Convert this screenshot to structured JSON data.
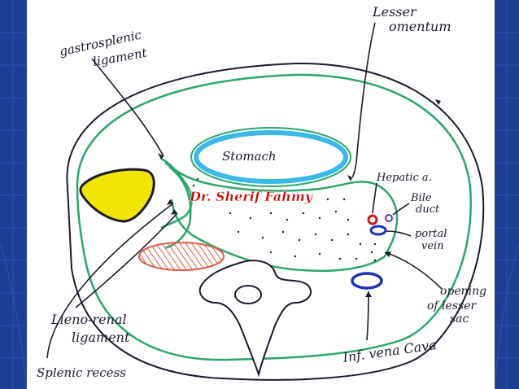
{
  "labels": {
    "gastrosplenic_1": "gastrosplenic",
    "gastrosplenic_2": "ligament",
    "lesser_omentum_1": "Lesser",
    "lesser_omentum_2": "omentum",
    "stomach": "Stomach",
    "hepatic_artery": "Hepatic a.",
    "bile_duct_1": "Bile",
    "bile_duct_2": "duct",
    "portal_vein_1": "portal",
    "portal_vein_2": "vein",
    "opening_1": "opening",
    "opening_2": "of lesser",
    "opening_3": "sac",
    "ivc": "Inf. vena Cava",
    "lienorenal_1": "Lieno-renal",
    "lienorenal_2": "ligament",
    "splenic_recess": "Splenic recess"
  },
  "watermark": "Dr. Sherif Fahmy",
  "colors": {
    "background": "#1c3f94",
    "peritoneum": "#2aa66a",
    "stomach": "#3bb8e6",
    "spleen": "#f2e600",
    "kidney": "#f08a7a",
    "ivc": "#1f2fb8",
    "hepatic_artery": "#cc1b1b",
    "ink": "#1a1a2e",
    "watermark": "#cc0000"
  }
}
